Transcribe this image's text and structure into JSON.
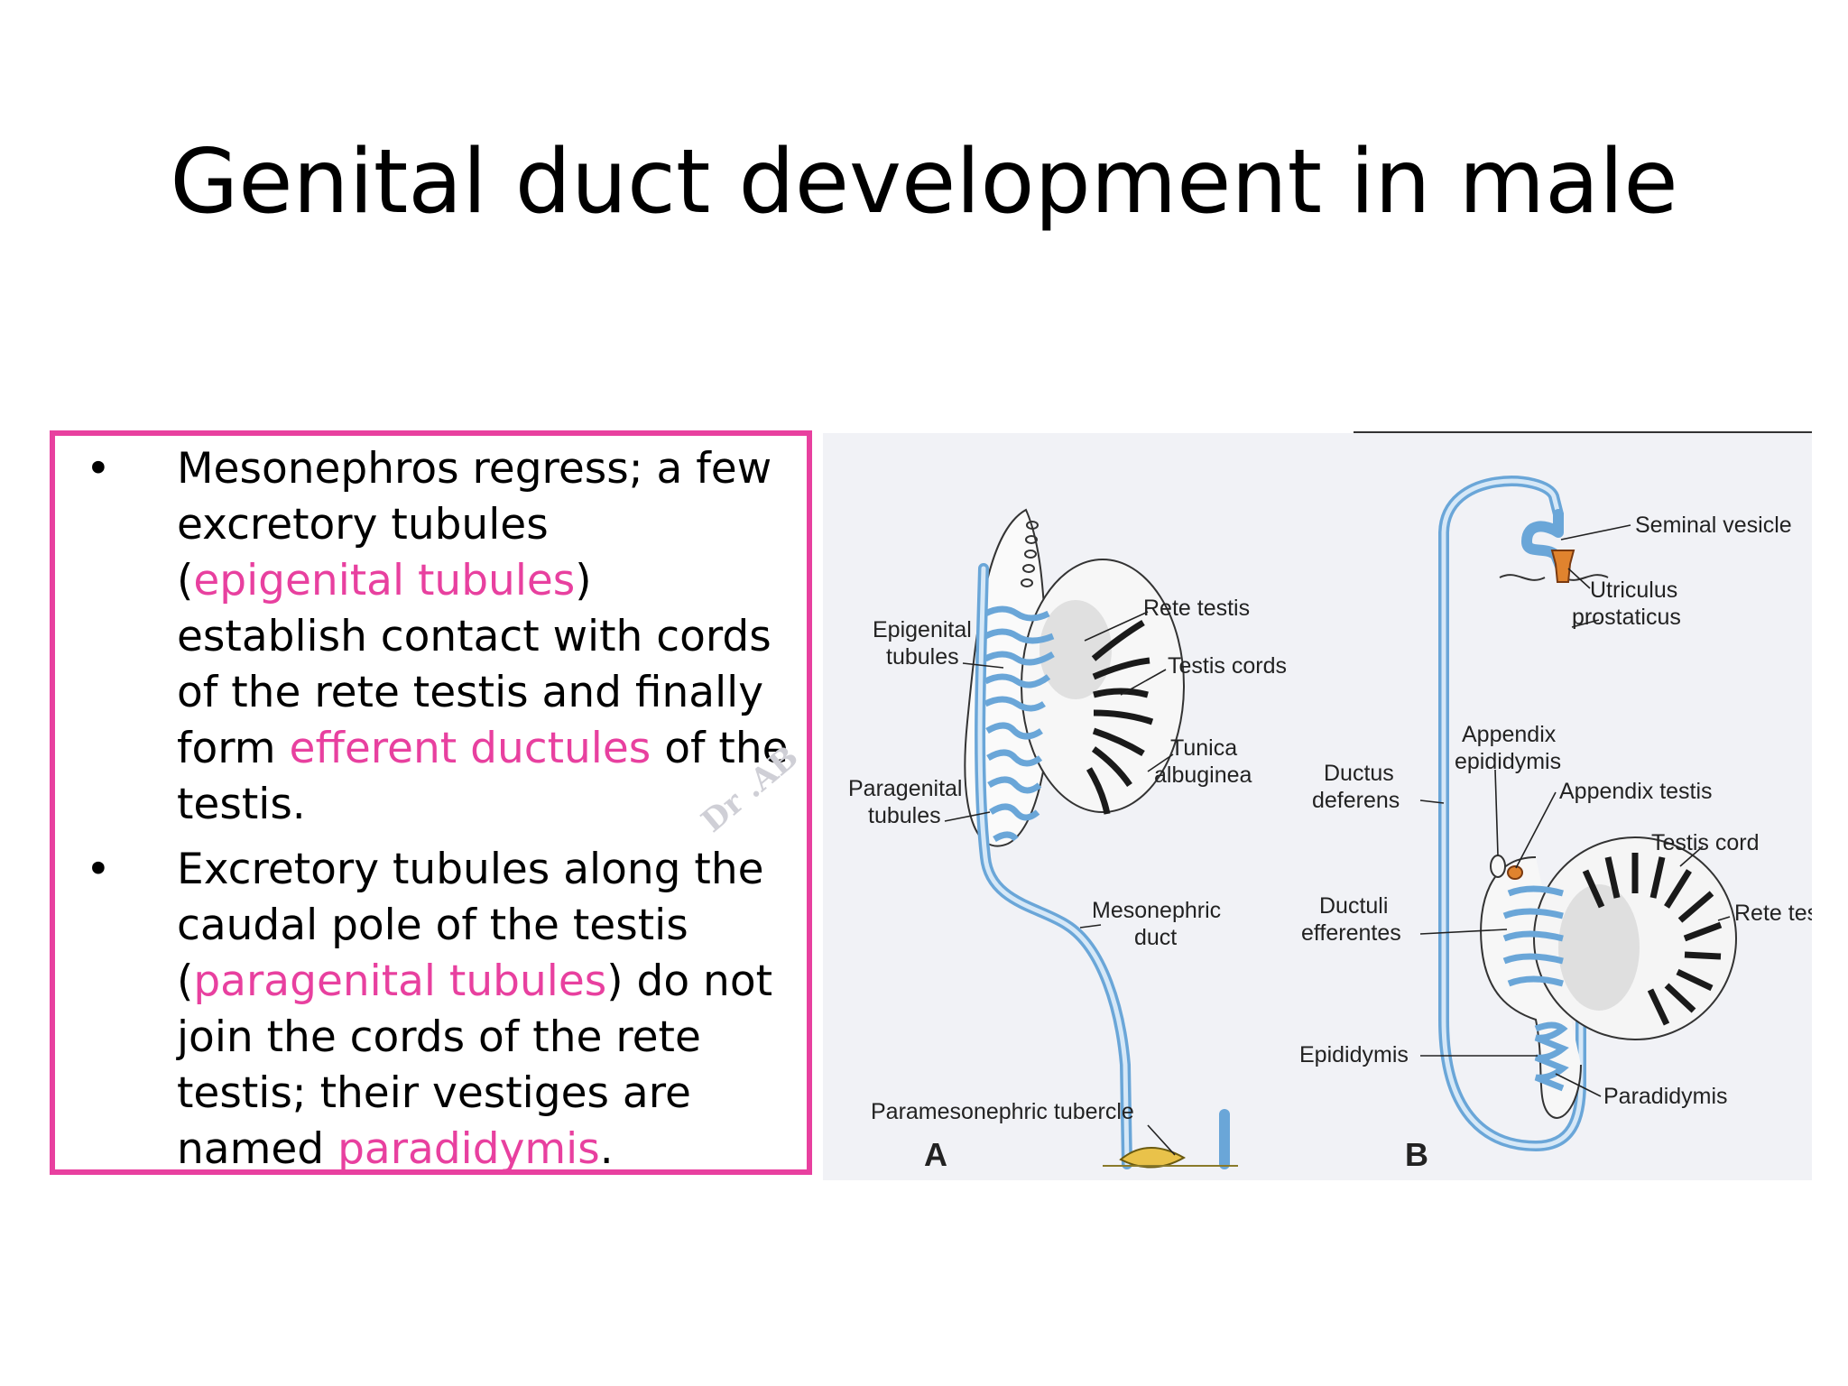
{
  "slide": {
    "title": "Genital duct development in male",
    "watermark": "Dr .AB",
    "accent_color": "#e8409f"
  },
  "bullets": [
    {
      "marker": "•",
      "segments": [
        {
          "text": "Mesonephros regress; a few excretory tubules (",
          "highlight": false
        },
        {
          "text": "epigenital tubules",
          "highlight": true
        },
        {
          "text": ") establish contact with cords of the rete testis and finally form ",
          "highlight": false
        },
        {
          "text": "efferent ductules",
          "highlight": true
        },
        {
          "text": " of the testis.",
          "highlight": false
        }
      ]
    },
    {
      "marker": "•",
      "segments": [
        {
          "text": "Excretory tubules along the caudal pole of the testis (",
          "highlight": false
        },
        {
          "text": "paragenital tubules",
          "highlight": true
        },
        {
          "text": ") do not join the cords of the rete testis; their vestiges are named ",
          "highlight": false
        },
        {
          "text": "paradidymis",
          "highlight": true
        },
        {
          "text": ".",
          "highlight": false
        }
      ]
    }
  ],
  "figure": {
    "panel_a": {
      "letter": "A",
      "labels": {
        "epigenital_1": "Epigenital",
        "epigenital_2": "tubules",
        "paragenital_1": "Paragenital",
        "paragenital_2": "tubules",
        "rete_testis": "Rete testis",
        "testis_cords": "Testis cords",
        "tunica_1": "Tunica",
        "tunica_2": "albuginea",
        "mesonephric_1": "Mesonephric",
        "mesonephric_2": "duct",
        "paramesonephric": "Paramesonephric tubercle"
      }
    },
    "panel_b": {
      "letter": "B",
      "labels": {
        "seminal_vesicle": "Seminal vesicle",
        "utriculus_1": "Utriculus",
        "utriculus_2": "prostaticus",
        "appendix_epi_1": "Appendix",
        "appendix_epi_2": "epididymis",
        "appendix_testis": "Appendix testis",
        "ductus_1": "Ductus",
        "ductus_2": "deferens",
        "testis_cord": "Testis cord",
        "ductuli_1": "Ductuli",
        "ductuli_2": "efferentes",
        "rete_testis": "Rete testis",
        "epididymis": "Epididymis",
        "paradidymis": "Paradidymis"
      }
    },
    "colors": {
      "duct": "#6aa6d8",
      "cords": "#1a1a1a",
      "orange": "#e0832e",
      "background": "#f1f2f6"
    }
  }
}
